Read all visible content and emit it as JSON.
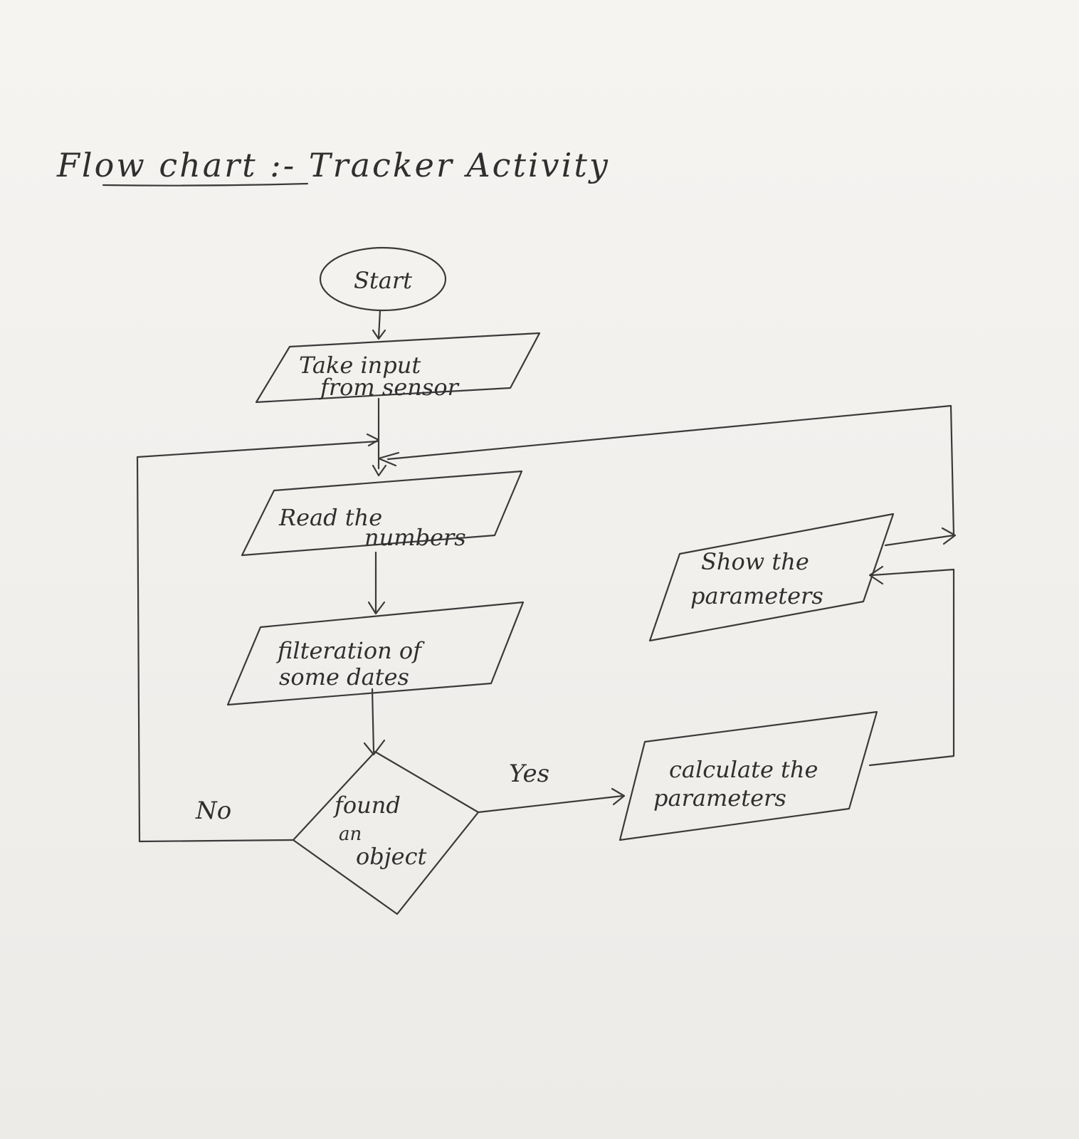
{
  "title": "Flow chart :- Tracker Activity",
  "nodes": {
    "start": {
      "line1": "Start"
    },
    "input": {
      "line1": "Take input",
      "line2": "from sensor"
    },
    "read": {
      "line1": "Read the",
      "line2": "numbers"
    },
    "filter": {
      "line1": "filteration of",
      "line2": "some dates"
    },
    "decision": {
      "line1": "found",
      "line2": "an",
      "line3": "object"
    },
    "calculate": {
      "line1": "calculate the",
      "line2": "parameters"
    },
    "show": {
      "line1": "Show the",
      "line2": "parameters"
    }
  },
  "edges": {
    "no_label": "No",
    "yes_label": "Yes"
  },
  "colors": {
    "paper": "#f3f1ee",
    "ink": "#3a3a3a"
  }
}
